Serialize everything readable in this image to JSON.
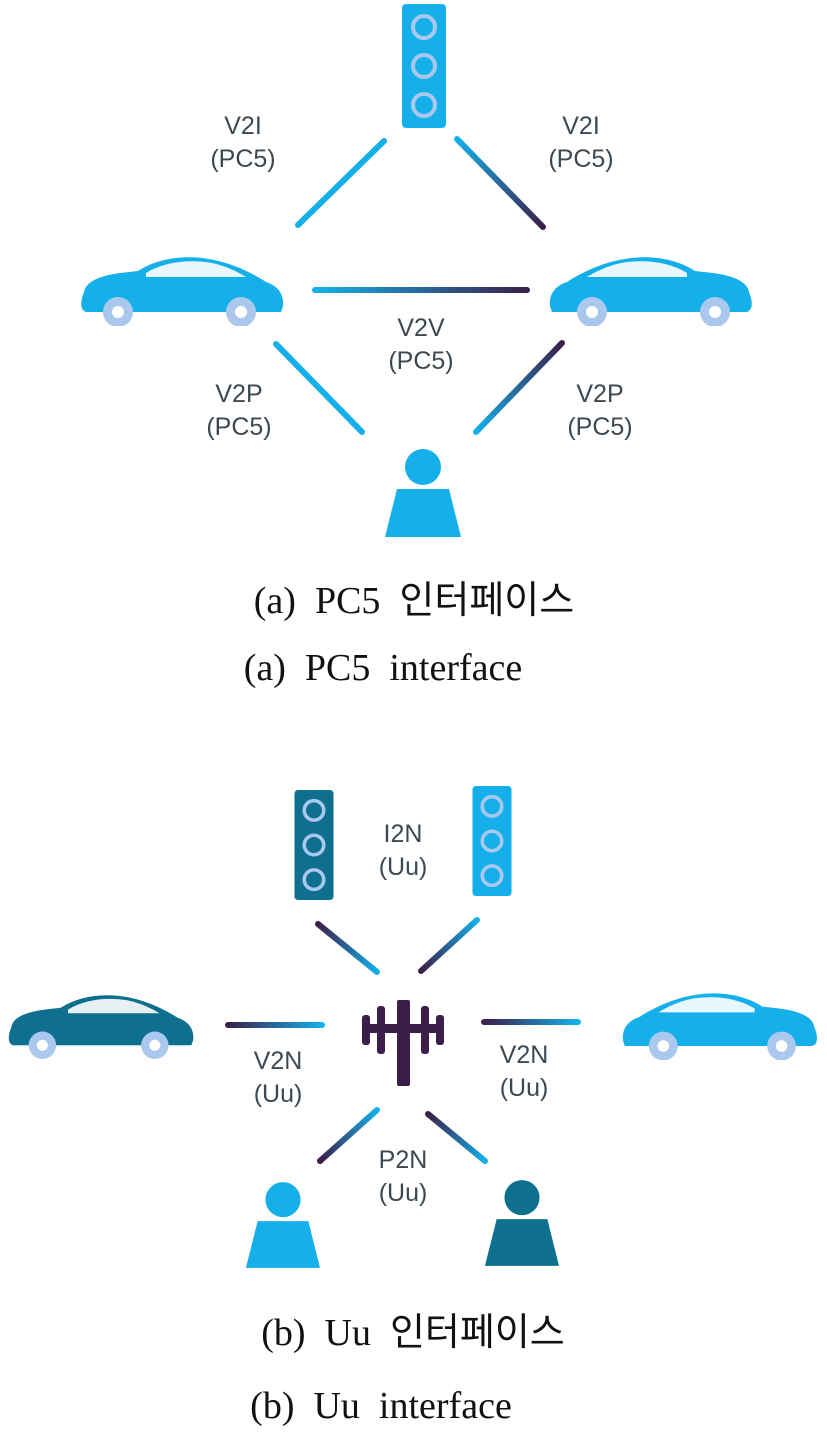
{
  "colors": {
    "light_blue": "#15b0ea",
    "dark_teal": "#0f6f8f",
    "light_wheel": "#aac8ee",
    "purple": "#3b1f4a",
    "label_gray": "#3d4850"
  },
  "panel_a": {
    "nodes": [
      {
        "name": "traffic-light-icon",
        "icon": "traffic-light"
      },
      {
        "name": "left-car-icon",
        "icon": "car"
      },
      {
        "name": "right-car-icon",
        "icon": "car"
      },
      {
        "name": "pedestrian-icon",
        "icon": "person"
      }
    ],
    "labels": {
      "v2i_left": {
        "name": "V2I",
        "iface": "(PC5)"
      },
      "v2i_right": {
        "name": "V2I",
        "iface": "(PC5)"
      },
      "v2v": {
        "name": "V2V",
        "iface": "(PC5)"
      },
      "v2p_left": {
        "name": "V2P",
        "iface": "(PC5)"
      },
      "v2p_right": {
        "name": "V2P",
        "iface": "(PC5)"
      }
    },
    "caption_ko": "(a)  PC5  인터페이스",
    "caption_en": "(a)  PC5  interface"
  },
  "panel_b": {
    "nodes": [
      {
        "name": "traffic-light-dark-icon",
        "icon": "traffic-light"
      },
      {
        "name": "traffic-light-light-icon",
        "icon": "traffic-light"
      },
      {
        "name": "left-car-dark-icon",
        "icon": "car"
      },
      {
        "name": "right-car-light-icon",
        "icon": "car"
      },
      {
        "name": "base-station-antenna-icon",
        "icon": "antenna"
      },
      {
        "name": "pedestrian-light-icon",
        "icon": "person"
      },
      {
        "name": "pedestrian-dark-icon",
        "icon": "person"
      }
    ],
    "labels": {
      "i2n": {
        "name": "I2N",
        "iface": "(Uu)"
      },
      "v2n_left": {
        "name": "V2N",
        "iface": "(Uu)"
      },
      "v2n_right": {
        "name": "V2N",
        "iface": "(Uu)"
      },
      "p2n": {
        "name": "P2N",
        "iface": "(Uu)"
      }
    },
    "caption_ko": "(b)  Uu  인터페이스",
    "caption_en": "(b)  Uu  interface"
  }
}
